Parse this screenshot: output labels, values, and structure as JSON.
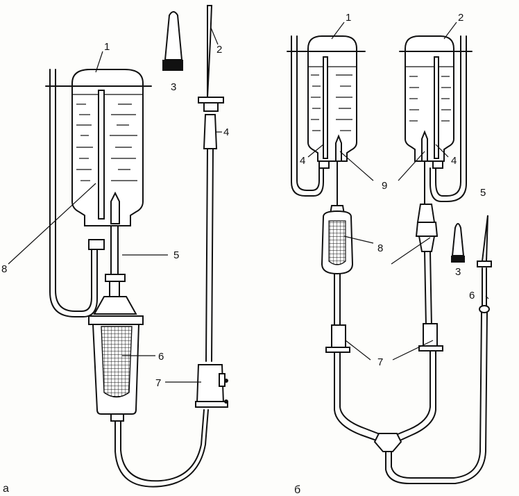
{
  "figure": {
    "panels": [
      {
        "id": "a",
        "label": "а",
        "callouts": [
          "1",
          "2",
          "3",
          "4",
          "5",
          "6",
          "7",
          "8"
        ]
      },
      {
        "id": "b",
        "label": "б",
        "callouts": [
          "1",
          "2",
          "3",
          "4",
          "4",
          "5",
          "6",
          "7",
          "8",
          "9"
        ]
      }
    ]
  },
  "colors": {
    "ink": "#111111",
    "paper": "#fdfdfb",
    "mesh": "#d9d9d9"
  }
}
